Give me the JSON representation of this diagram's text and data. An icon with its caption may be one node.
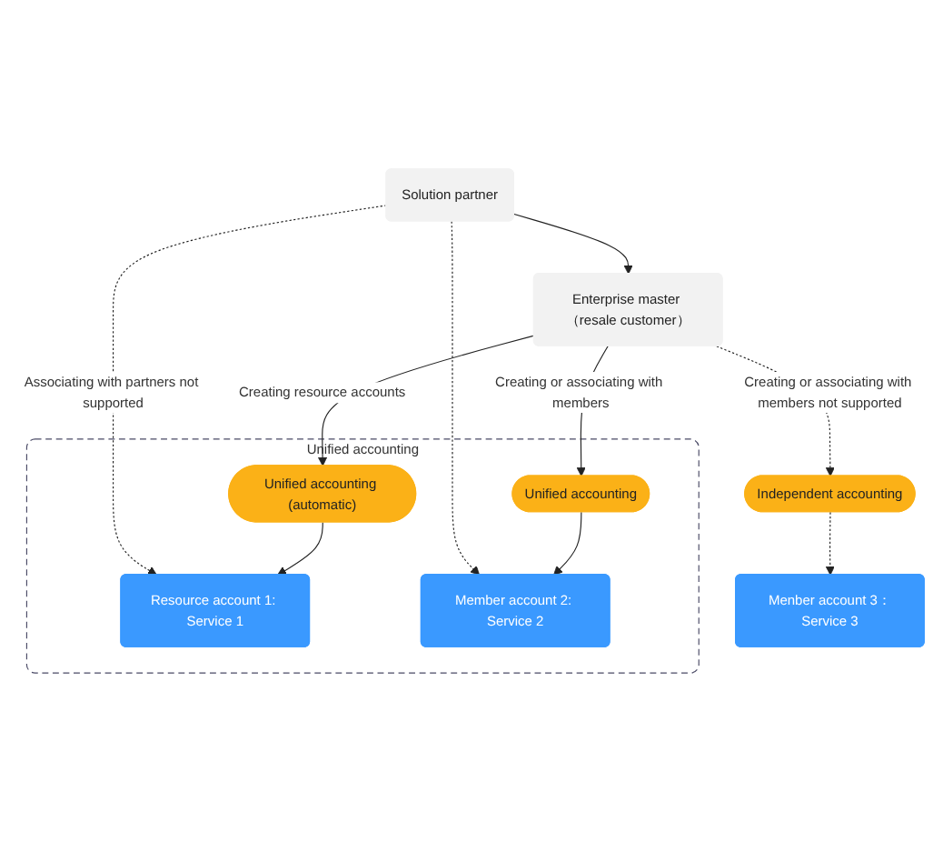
{
  "diagram": {
    "nodes": [
      {
        "text": [
          "Solution partner"
        ]
      },
      {
        "text": [
          "Enterprise master （resale customer）"
        ]
      },
      {
        "text": [
          "Unified accounting"
        ]
      },
      {
        "text": [
          "Unified accounting (automatic)"
        ],
        "in": 2
      },
      {
        "text": [
          "Unified accounting"
        ],
        "in": 2
      },
      {
        "text": [
          "Resource account 1: Service 1"
        ],
        "in": 2
      },
      {
        "text": [
          "Member account 2: Service 2"
        ],
        "in": 2
      },
      {
        "text": [
          "Independent accounting"
        ]
      },
      {
        "text": [
          "Menber account 3：Service 3"
        ]
      }
    ],
    "edges": [
      {
        "from": 0,
        "to": 1,
        "arrow": "to"
      },
      {
        "from": 1,
        "to": 3,
        "arrow": "to",
        "label": "Creating resource accounts"
      },
      {
        "from": 1,
        "to": 4,
        "arrow": "to",
        "label": "Creating or associating with members"
      },
      {
        "from": 1,
        "to": 7,
        "arrow": "to",
        "style": "dashed",
        "label": "Creating or associating with members not supported"
      },
      {
        "from": 0,
        "to": 5,
        "arrow": "to",
        "style": "dashed",
        "label": "Associating with partners not supported"
      },
      {
        "from": 0,
        "to": 6,
        "arrow": "to",
        "style": "dashed"
      },
      {
        "from": 3,
        "to": 5,
        "arrow": "to"
      },
      {
        "from": 4,
        "to": 6,
        "arrow": "to"
      },
      {
        "from": 7,
        "to": 8,
        "arrow": "to",
        "style": "dashed"
      }
    ]
  }
}
